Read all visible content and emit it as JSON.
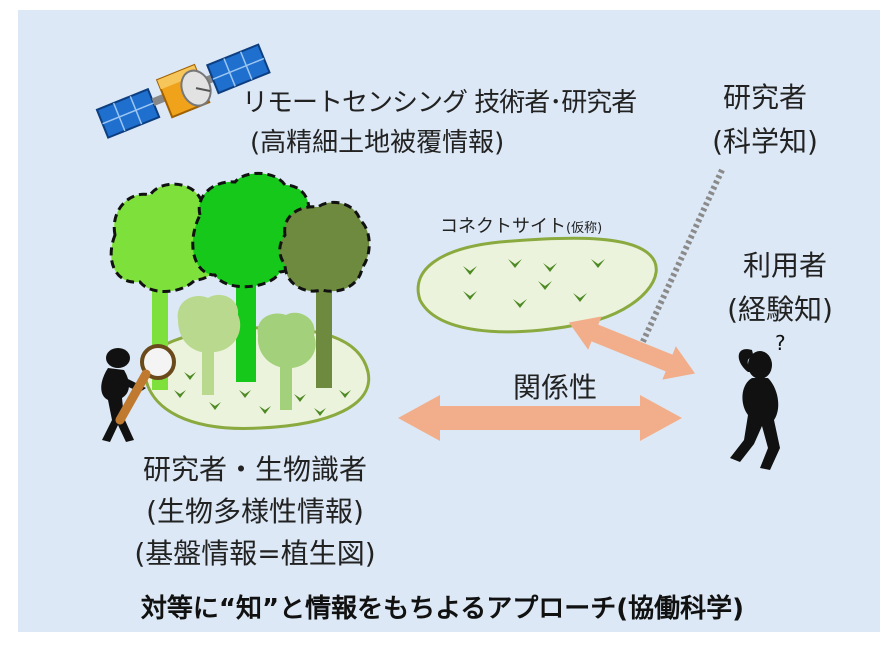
{
  "labels": {
    "satellite_line1": "リモートセンシング 技術者･研究者",
    "satellite_line2": "(高精細土地被覆情報)",
    "researcher_line1": "研究者",
    "researcher_line2": "(科学知)",
    "connect_site": "コネクトサイト",
    "connect_site_note": "(仮称)",
    "user_line1": "利用者",
    "user_line2": "(経験知)",
    "relationship": "関係性",
    "bio_line1": "研究者・生物識者",
    "bio_line2": "(生物多様性情報)",
    "bio_line3": "(基盤情報=植生図)",
    "bottom_caption": "対等に“知”と情報をもちよるアプローチ(協働科学)"
  },
  "colors": {
    "background": "#dce8f5",
    "arrow": "#f2ae8a",
    "field_fill": "#ecf3dc",
    "field_stroke": "#8aaa40",
    "tree_light": "#7ee03a",
    "tree_bright": "#15c81a",
    "tree_olive": "#6e8a3e",
    "tree_pale": "#b9d98e"
  },
  "icons": [
    "satellite-icon",
    "magnifier-person-icon",
    "thinking-person-icon",
    "grass-sprout-icon"
  ]
}
